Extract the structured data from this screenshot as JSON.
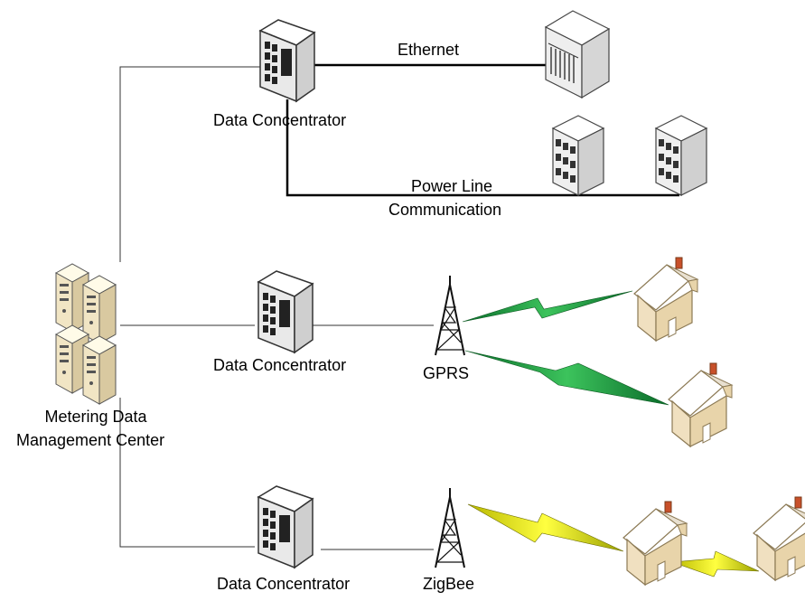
{
  "labels": {
    "ethernet": "Ethernet",
    "concentrator_top": "Data Concentrator",
    "power_line_1": "Power Line",
    "power_line_2": "Communication",
    "concentrator_mid": "Data Concentrator",
    "gprs": "GPRS",
    "mdmc_1": "Metering Data",
    "mdmc_2": "Management Center",
    "concentrator_bottom": "Data Concentrator",
    "zigbee": "ZigBee"
  },
  "colors": {
    "line": "#000000",
    "bolt_green": "#1e8f3c",
    "bolt_yellow": "#e6e600",
    "server_face": "#f4ecd4",
    "house_wall": "#f2e6cc",
    "house_roof": "#ffffff",
    "concentrator_body": "#f2f2f2"
  }
}
